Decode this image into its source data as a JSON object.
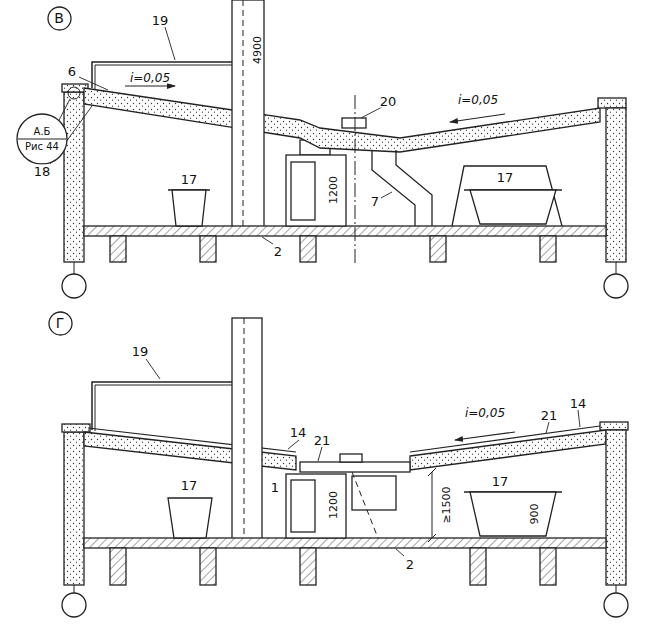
{
  "diagram": {
    "nodes": [
      {
        "text": [
          "В"
        ]
      },
      {
        "text": [
          "А.Б",
          "Рис 44"
        ]
      },
      {
        "text": [
          "Г"
        ]
      }
    ],
    "labels": [
      "19",
      "4900",
      "6",
      "i=0,05",
      "20",
      "i=0,05",
      "18",
      "17",
      "1200",
      "7",
      "17",
      "2",
      "19",
      "14",
      "21",
      "i=0,05",
      "21",
      "14",
      "17",
      "1",
      "1200",
      "≥1500",
      "17",
      "900",
      "2"
    ]
  }
}
